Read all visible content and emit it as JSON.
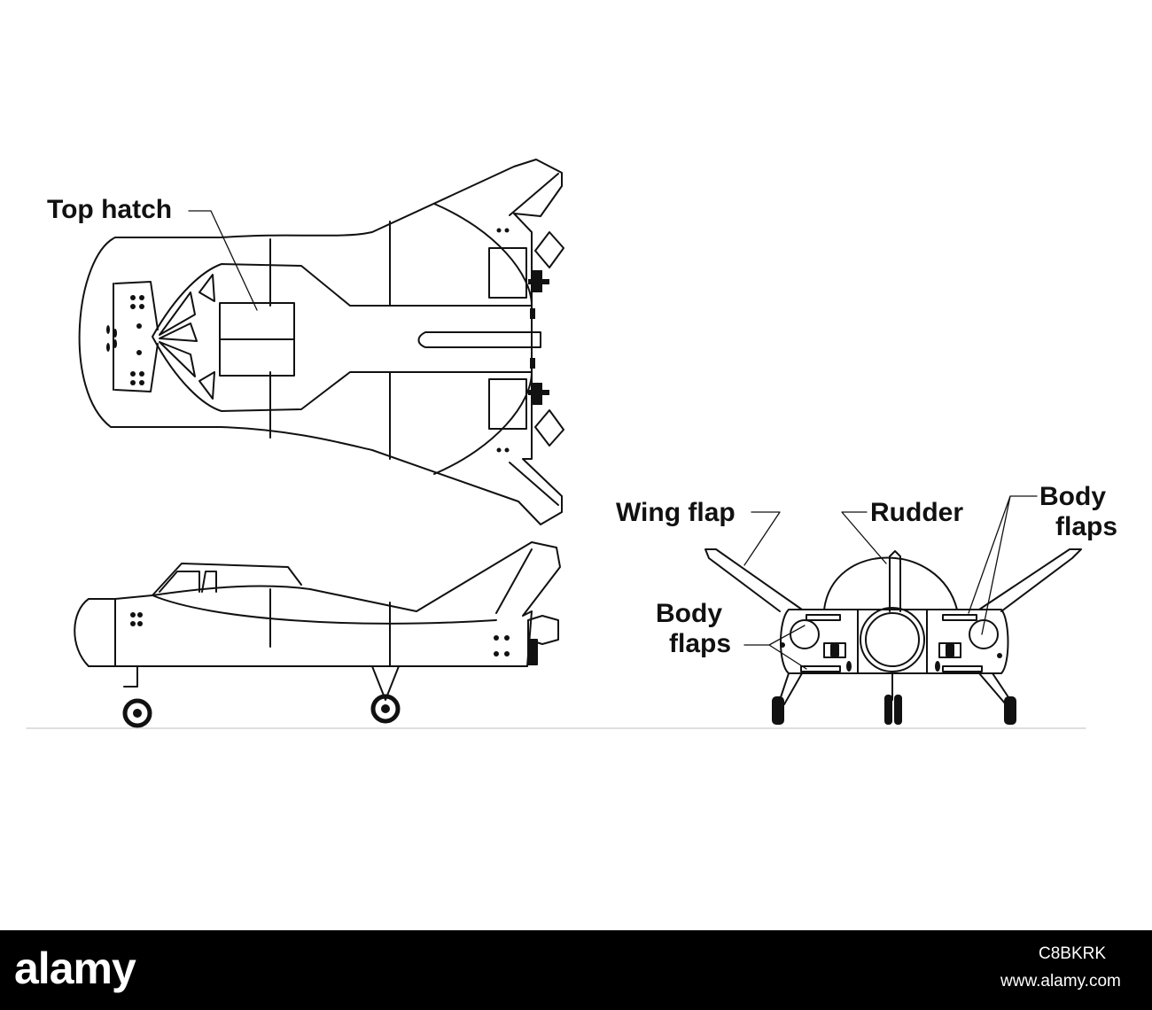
{
  "labels": {
    "top_hatch": "Top hatch",
    "wing_flap": "Wing flap",
    "rudder": "Rudder",
    "body_flaps_right_1": "Body",
    "body_flaps_right_2": "flaps",
    "body_flaps_left_1": "Body",
    "body_flaps_left_2": "flaps"
  },
  "footer": {
    "brand": "alamy",
    "image_id": "C8BKRK",
    "site": "www.alamy.com"
  },
  "colors": {
    "line": "#111111",
    "background": "#ffffff",
    "footer": "#000000"
  }
}
